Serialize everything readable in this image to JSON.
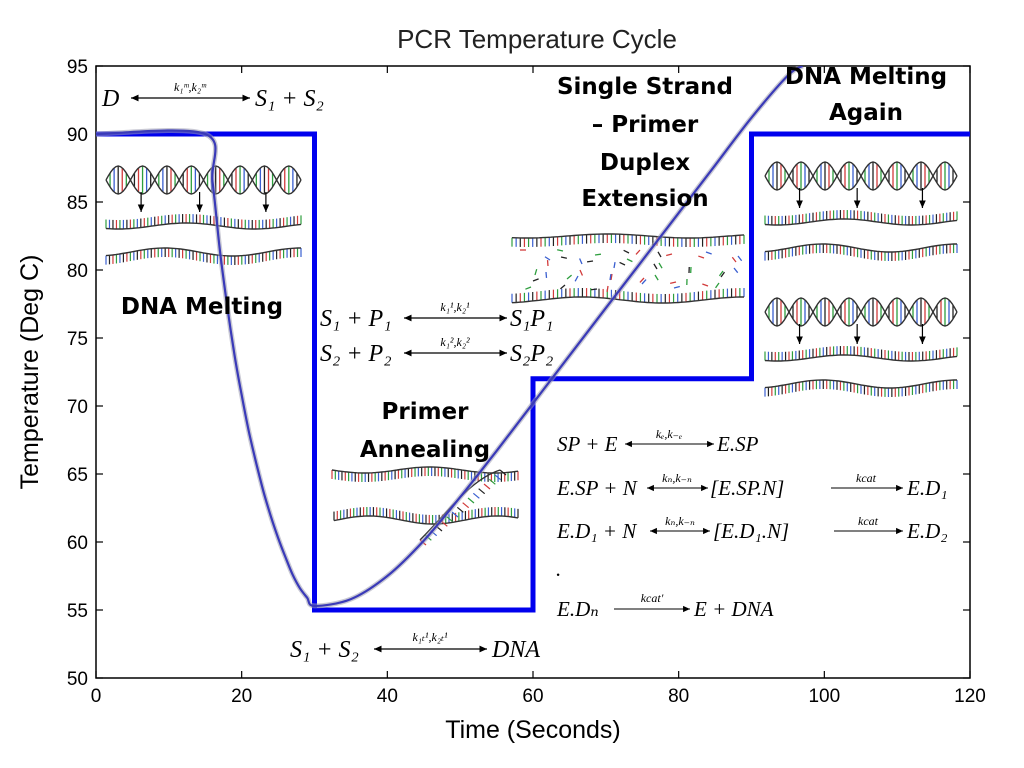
{
  "chart_data": {
    "type": "line",
    "title": "PCR Temperature Cycle",
    "xlabel": "Time (Seconds)",
    "ylabel": "Temperature (Deg C)",
    "xlim": [
      0,
      120
    ],
    "ylim": [
      50,
      95
    ],
    "x_ticks": [
      "0",
      "20",
      "40",
      "60",
      "80",
      "100",
      "120"
    ],
    "y_ticks": [
      "50",
      "55",
      "60",
      "65",
      "70",
      "75",
      "80",
      "85",
      "90",
      "95"
    ],
    "grid": false,
    "series": [
      {
        "type": "step",
        "color": "#0000ee",
        "x": [
          0,
          30,
          30,
          60,
          60,
          90,
          90,
          120
        ],
        "y": [
          90,
          90,
          55,
          55,
          72,
          72,
          90,
          90
        ]
      },
      {
        "type": "smooth",
        "color": "#3a3ab8",
        "x": [
          0,
          15,
          16,
          17,
          18,
          19,
          20,
          21,
          22,
          23,
          24,
          25,
          26,
          27,
          28,
          29,
          30,
          35,
          40,
          45,
          50,
          55,
          60,
          65,
          70,
          75,
          80,
          85,
          90,
          95,
          97
        ],
        "y": [
          90,
          90,
          86.5,
          81.5,
          77.4,
          73.8,
          70.8,
          68.1,
          65.8,
          63.7,
          61.9,
          60.3,
          58.9,
          57.6,
          56.6,
          55.9,
          55.3,
          55.8,
          57.5,
          60.1,
          63.3,
          66.7,
          70.2,
          73.7,
          77.2,
          80.7,
          84.2,
          87.7,
          91.2,
          94.3,
          95
        ]
      }
    ]
  },
  "stage_labels": {
    "melting": "DNA Melting",
    "annealing_1": "Primer",
    "annealing_2": "Annealing",
    "extension_1": "Single Strand",
    "extension_2": "– Primer",
    "extension_3": "Duplex",
    "extension_4": "Extension",
    "melting_again_1": "DNA Melting",
    "melting_again_2": "Again"
  },
  "equations": {
    "melt": {
      "left": "D",
      "rate": "k₁ᵐ,k₂ᵐ",
      "right": "S₁ + S₂"
    },
    "anneal_1": {
      "left": "S₁ + P₁",
      "rate": "k₁¹,k₂¹",
      "right": "S₁P₁"
    },
    "anneal_2": {
      "left": "S₂ + P₂",
      "rate": "k₁²,k₂²",
      "right": "S₂P₂"
    },
    "reanneal": {
      "left": "S₁ + S₂",
      "rate": "k₁ₜ¹,k₂ₜ¹",
      "right": "DNA"
    },
    "enzyme_1": {
      "left": "SP + E",
      "rate": "kₑ,k₋ₑ",
      "right": "E.SP"
    },
    "enzyme_2": {
      "left": "E.SP + N",
      "rate": "kₙ,k₋ₙ",
      "mid": "[E.SP.N]",
      "rate2": "kcat",
      "right": "E.D₁"
    },
    "enzyme_3": {
      "left": "E.D₁ + N",
      "rate": "kₙ,k₋ₙ",
      "mid": "[E.D₁.N]",
      "rate2": "kcat",
      "right": "E.D₂"
    },
    "enzyme_dot": ".",
    "enzyme_n": {
      "left": "E.Dₙ",
      "rate": "kcat'",
      "right": "E + DNA"
    }
  },
  "illustrations": [
    {
      "name": "melting-dna-illustration",
      "icon": "double-helix-separating"
    },
    {
      "name": "annealing-dna-illustration",
      "icon": "primer-annealing-strands"
    },
    {
      "name": "extension-dna-illustration",
      "icon": "strand-extension-nucleotides"
    },
    {
      "name": "melting-again-dna-illustration-1",
      "icon": "double-helix-separating"
    },
    {
      "name": "melting-again-dna-illustration-2",
      "icon": "double-helix-separating"
    }
  ],
  "colors": {
    "step_line": "#0000ee",
    "smooth_curve": "#3a3ab8",
    "base_pairs": [
      "#d23b3b",
      "#2e9e3e",
      "#3a5fd0",
      "#222222"
    ]
  }
}
